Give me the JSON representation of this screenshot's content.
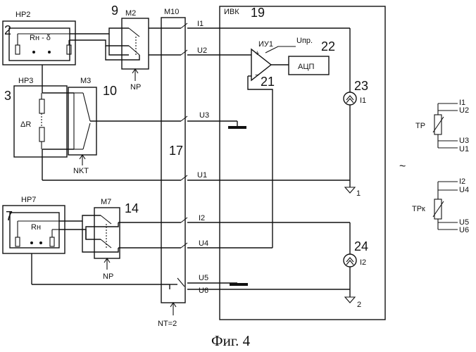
{
  "caption": "Фиг. 4",
  "blocks": {
    "hp2": {
      "name": "НР2",
      "num": "2",
      "resistor": "Rн - δ"
    },
    "m2": {
      "name": "М2",
      "num": "9",
      "ctrl": "NP"
    },
    "m10": {
      "name": "М10"
    },
    "ivk": {
      "name": "ИВК",
      "num": "19"
    },
    "hp3": {
      "name": "НР3",
      "num": "3",
      "resistor": "ΔR"
    },
    "m3": {
      "name": "М3",
      "num": "10",
      "ctrl": "NKT"
    },
    "hp7": {
      "name": "НР7",
      "num": "7",
      "resistor": "Rн"
    },
    "m7": {
      "name": "М7",
      "num": "14",
      "ctrl": "NP"
    },
    "switch_num": "17",
    "nt": "NT=2",
    "amp": {
      "name": "ИУ1",
      "num": "21",
      "upr": "Uпр."
    },
    "adc": {
      "name": "АЦП",
      "num": "22"
    },
    "src1": {
      "num": "23",
      "label": "I1"
    },
    "src2": {
      "num": "24",
      "label": "I2"
    },
    "gnd1": "1",
    "gnd2": "2"
  },
  "lines": {
    "i1": "I1",
    "u2": "U2",
    "u3": "U3",
    "u1": "U1",
    "i2": "I2",
    "u4": "U4",
    "u5": "U5",
    "u6": "U6"
  },
  "legend": {
    "tilde": "~",
    "tp": {
      "name": "TP",
      "pins": [
        "I1",
        "U2",
        "U3",
        "U1"
      ]
    },
    "tpk": {
      "name": "TPк",
      "pins": [
        "I2",
        "U4",
        "U5",
        "U6"
      ]
    }
  }
}
